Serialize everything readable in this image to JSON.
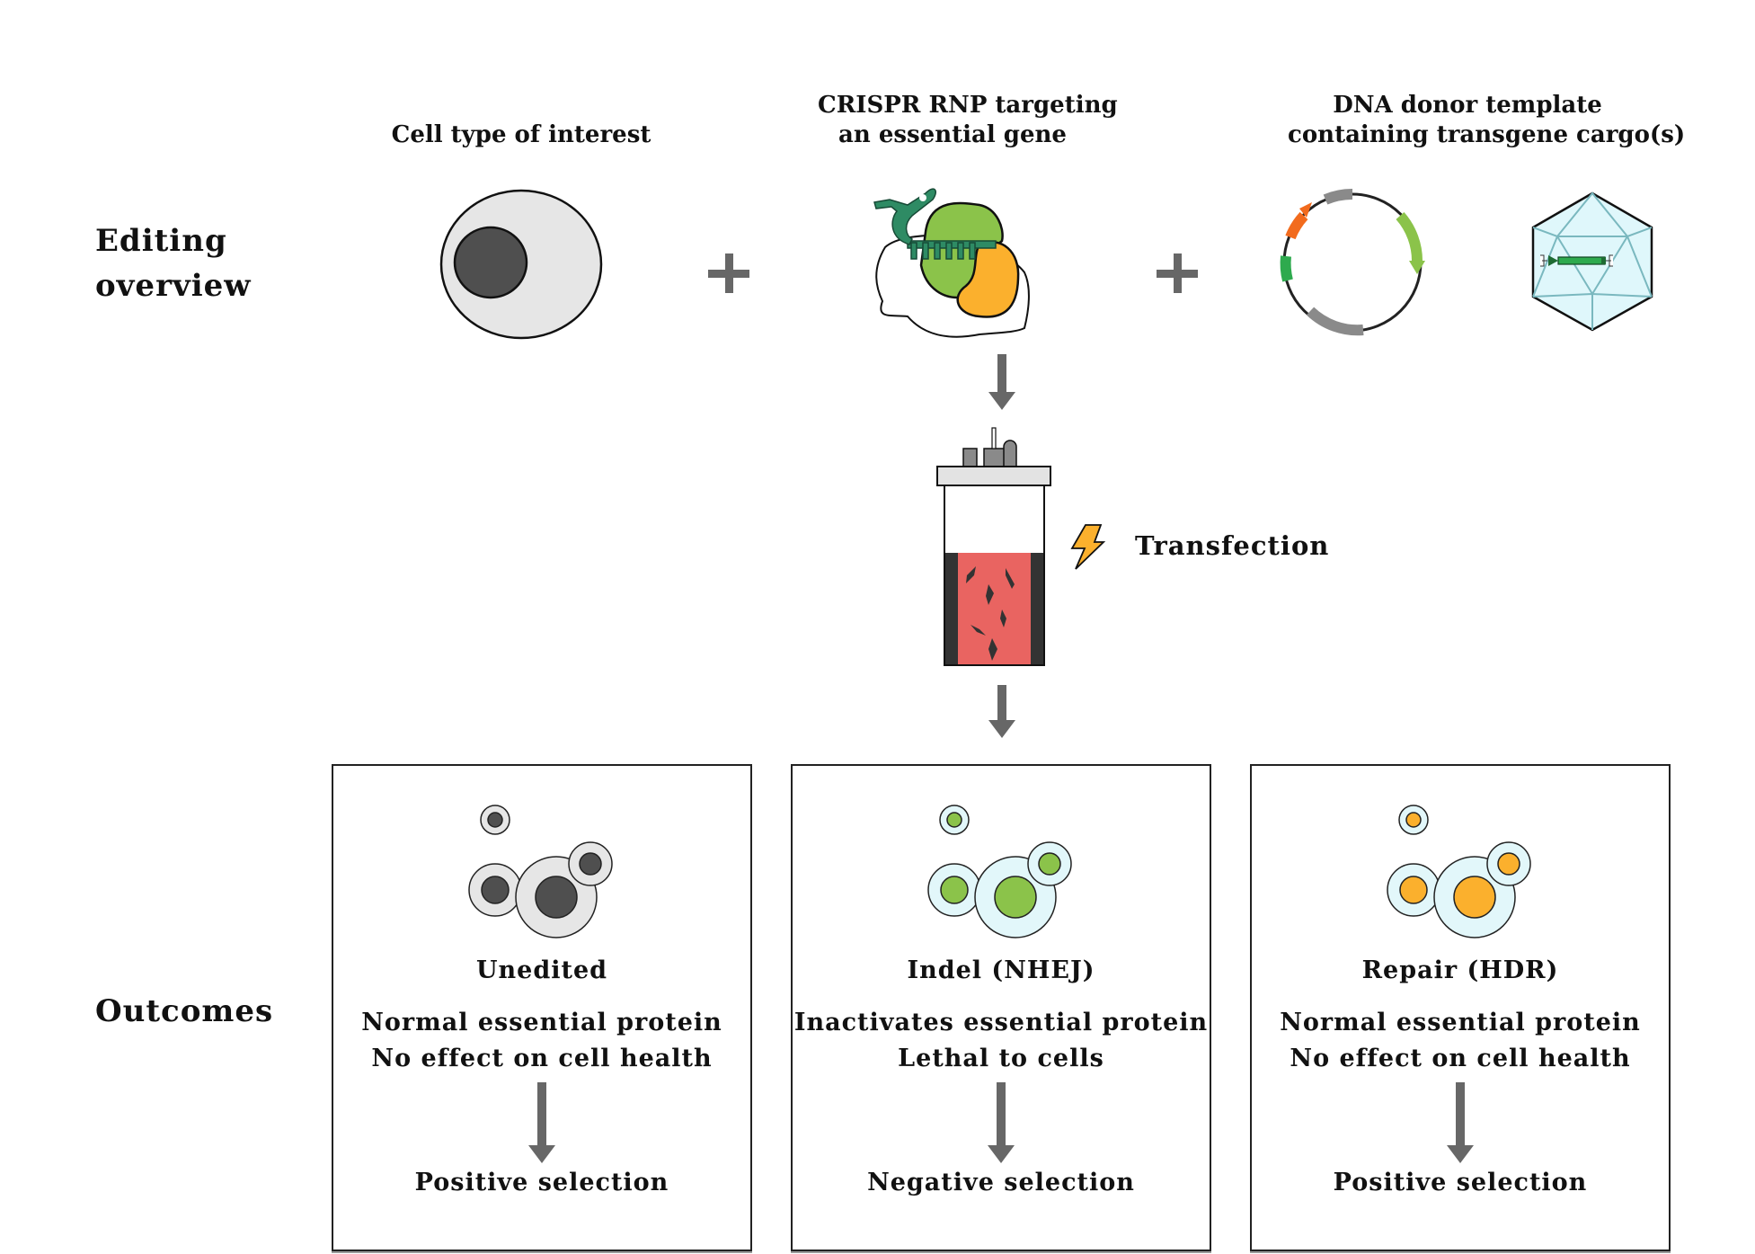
{
  "sections": {
    "editing_overview": "Editing\noverview",
    "editing_overview_lines": [
      "Editing",
      "overview"
    ],
    "outcomes": "Outcomes"
  },
  "inputs": [
    {
      "id": "cell",
      "lines": [
        "Cell type of interest"
      ],
      "icon": "cell-icon"
    },
    {
      "id": "rnp",
      "lines": [
        "CRISPR RNP targeting",
        "an essential gene"
      ],
      "icon": "crispr-rnp-icon"
    },
    {
      "id": "donor",
      "lines": [
        "DNA donor template",
        "containing transgene cargo(s)"
      ],
      "icon": "plasmid-and-aav-icon"
    }
  ],
  "operators": [
    "+",
    "+"
  ],
  "transfection": {
    "label": "Transfection",
    "icon": "lightning-icon"
  },
  "outcomes": [
    {
      "title": "Unedited",
      "desc": [
        "Normal essential protein",
        "No effect on cell health"
      ],
      "selection": "Positive selection",
      "nucleus_color": "#4f4f4f",
      "cyto_color": "#e6e6e6"
    },
    {
      "title": "Indel (NHEJ)",
      "desc": [
        "Inactivates essential protein",
        "Lethal to cells"
      ],
      "selection": "Negative selection",
      "nucleus_color": "#8bc34a",
      "cyto_color": "#e2f7fa"
    },
    {
      "title": "Repair (HDR)",
      "desc": [
        "Normal essential protein",
        "No effect on cell health"
      ],
      "selection": "Positive selection",
      "nucleus_color": "#fbb02d",
      "cyto_color": "#e2f7fa"
    }
  ],
  "colors": {
    "arrow": "#676767",
    "cas_green": "#8bc34a",
    "cas_orange": "#fbb02d",
    "guide_rna": "#2e8b64",
    "cuvette_liquid": "#e96461",
    "cuvette_electrode": "#333333",
    "aav_fill": "#dff7fb",
    "aav_edges": "#7ab8bf",
    "plasmid_orange": "#f26b1d",
    "plasmid_green_light": "#8bc34a",
    "plasmid_green_dark": "#2eaa4e",
    "plasmid_gray": "#8a8a8a"
  }
}
